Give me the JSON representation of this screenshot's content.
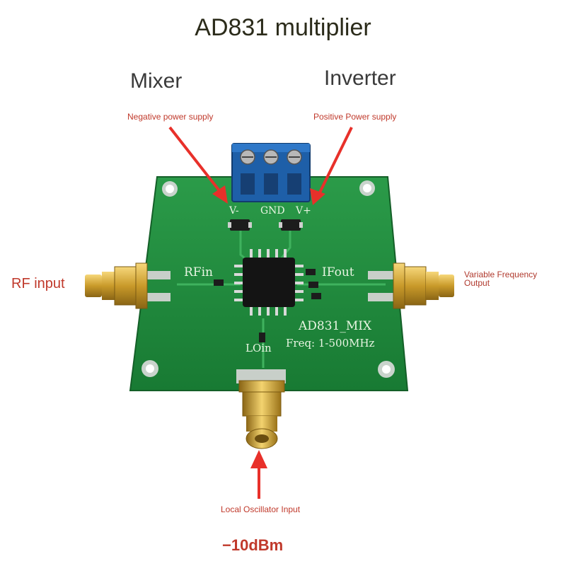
{
  "title": "AD831 multiplier",
  "labels": {
    "mixer": "Mixer",
    "inverter": "Inverter",
    "negative_power": "Negative power supply",
    "positive_power": "Positive Power supply",
    "rf_input": "RF input",
    "variable_freq_line1": "Variable Frequency",
    "variable_freq_line2": "Output",
    "local_osc": "Local Oscillator Input",
    "lo_level": "−10dBm"
  },
  "silkscreen": {
    "v_minus": "V-",
    "gnd": "GND",
    "v_plus": "V+",
    "rfin": "RFin",
    "ifout": "IFout",
    "board_name": "AD831_MIX",
    "freq": "Freq: 1-500MHz",
    "loin": "LOin"
  },
  "colors": {
    "pcb": "#1f8a3c",
    "terminal": "#1e5fa8",
    "sma_gold": "#d4a531",
    "arrow_red": "#e8302a"
  }
}
